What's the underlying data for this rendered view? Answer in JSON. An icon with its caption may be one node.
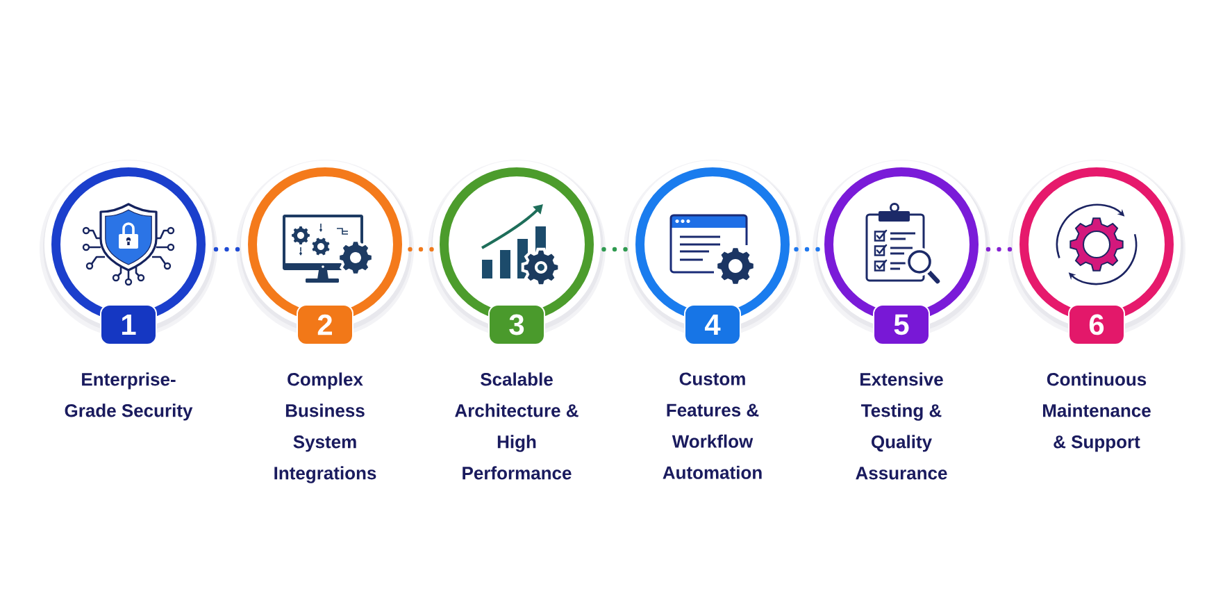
{
  "diagram": {
    "nodes": [
      {
        "text": [
          "1"
        ],
        "beside": [
          "Enterprise-Grade Security"
        ]
      },
      {
        "text": [
          "2"
        ],
        "beside": [
          "Complex Business System Integrations"
        ]
      },
      {
        "text": [
          "3"
        ],
        "beside": [
          "Scalable Architecture & High Performance"
        ]
      },
      {
        "text": [
          "4"
        ],
        "beside": [
          "Custom Features & Workflow Automation"
        ]
      },
      {
        "text": [
          "5"
        ],
        "beside": [
          "Extensive Testing & Quality Assurance"
        ]
      },
      {
        "text": [
          "6"
        ],
        "beside": [
          "Continuous Maintenance & Support"
        ]
      }
    ],
    "edges": [
      {
        "from": 0,
        "to": 1,
        "arrow": "none",
        "color": "#1f4bd4"
      },
      {
        "from": 1,
        "to": 2,
        "arrow": "none",
        "color": "#f07a1c"
      },
      {
        "from": 2,
        "to": 3,
        "arrow": "none",
        "color": "#2f9a50"
      },
      {
        "from": 3,
        "to": 4,
        "arrow": "none",
        "color": "#1f78ee"
      },
      {
        "from": 4,
        "to": 5,
        "arrow": "none",
        "color": "#8622d2"
      }
    ]
  }
}
